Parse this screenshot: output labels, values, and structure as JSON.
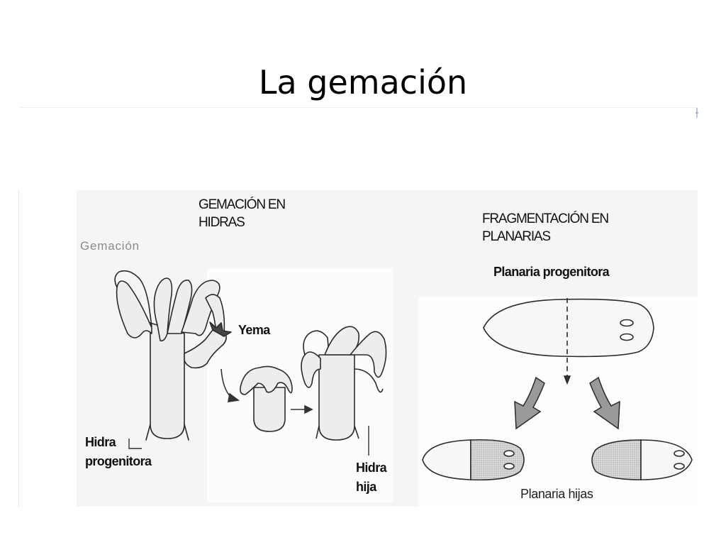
{
  "slide": {
    "title": "La gemación"
  },
  "hydra": {
    "heading_line1": "GEMACIÓN EN",
    "heading_line2": "HIDRAS",
    "caption": "Gemación",
    "bud_label": "Yema",
    "parent_label_line1": "Hidra",
    "parent_label_line2": "progenitora",
    "daughter_label_line1": "Hidra",
    "daughter_label_line2": "hija"
  },
  "planaria": {
    "heading_line1": "FRAGMENTACIÓN EN",
    "heading_line2": "PLANARIAS",
    "parent_label": "Planaria progenitora",
    "daughters_label": "Planaria hijas"
  }
}
